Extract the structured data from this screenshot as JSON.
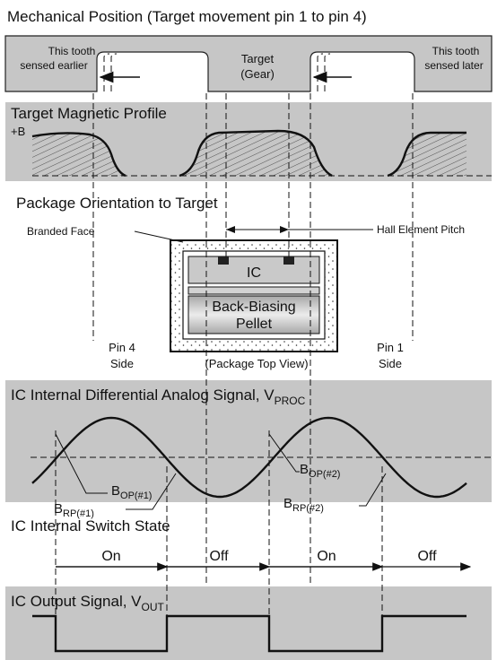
{
  "sections": {
    "mechanical_position": {
      "title": "Mechanical Position (Target movement pin 1 to pin 4)",
      "left_note": [
        "This tooth",
        "sensed earlier"
      ],
      "target_label": [
        "Target",
        "(Gear)"
      ],
      "right_note": [
        "This tooth",
        "sensed later"
      ]
    },
    "magnetic_profile": {
      "title": "Target Magnetic Profile",
      "axis_label": "+B"
    },
    "package_orientation": {
      "title": "Package Orientation to Target",
      "branded_face": "Branded Face",
      "hall_pitch": "Hall Element Pitch",
      "ic_label": "IC",
      "pellet_label": [
        "Back-Biasing",
        "Pellet"
      ],
      "top_view": "(Package Top View)",
      "pin4": [
        "Pin 4",
        "Side"
      ],
      "pin1": [
        "Pin 1",
        "Side"
      ]
    },
    "analog_signal": {
      "title": "IC Internal Differential Analog Signal, V",
      "title_sub": "PROC",
      "bop1": "B",
      "bop1_sub": "OP(#1)",
      "brp1": "B",
      "brp1_sub": "RP(#1)",
      "bop2": "B",
      "bop2_sub": "OP(#2)",
      "brp2": "B",
      "brp2_sub": "RP(#2)"
    },
    "switch_state": {
      "title": "IC Internal Switch State",
      "states": [
        "On",
        "Off",
        "On",
        "Off"
      ]
    },
    "output_signal": {
      "title": "IC Output Signal, V",
      "title_sub": "OUT"
    }
  },
  "colors": {
    "band_gray": "#c6c6c6",
    "ink": "#111111"
  }
}
